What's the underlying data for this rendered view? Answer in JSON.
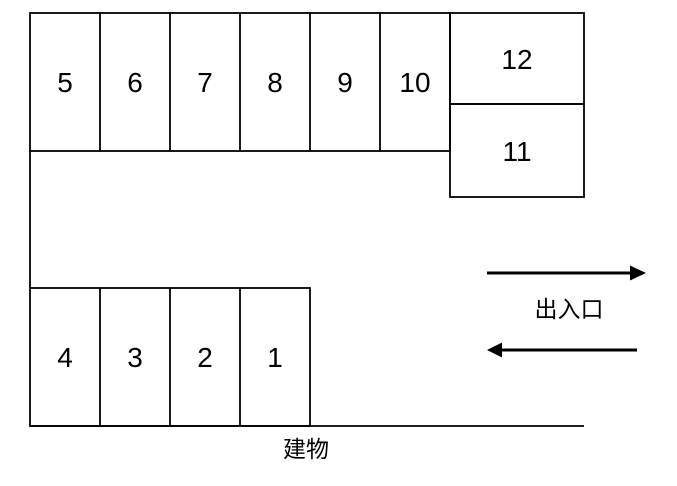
{
  "diagram": {
    "type": "parking-lot-layout",
    "background_color": "#ffffff",
    "line_color": "#000000",
    "text_color": "#000000",
    "stalls": {
      "top_row": [
        "5",
        "6",
        "7",
        "8",
        "9",
        "10"
      ],
      "right_column": [
        "12",
        "11"
      ],
      "bottom_row": [
        "4",
        "3",
        "2",
        "1"
      ]
    },
    "labels": {
      "entrance_exit": "出入口",
      "building": "建物"
    },
    "arrows": {
      "upper_direction": "right",
      "lower_direction": "left"
    }
  }
}
